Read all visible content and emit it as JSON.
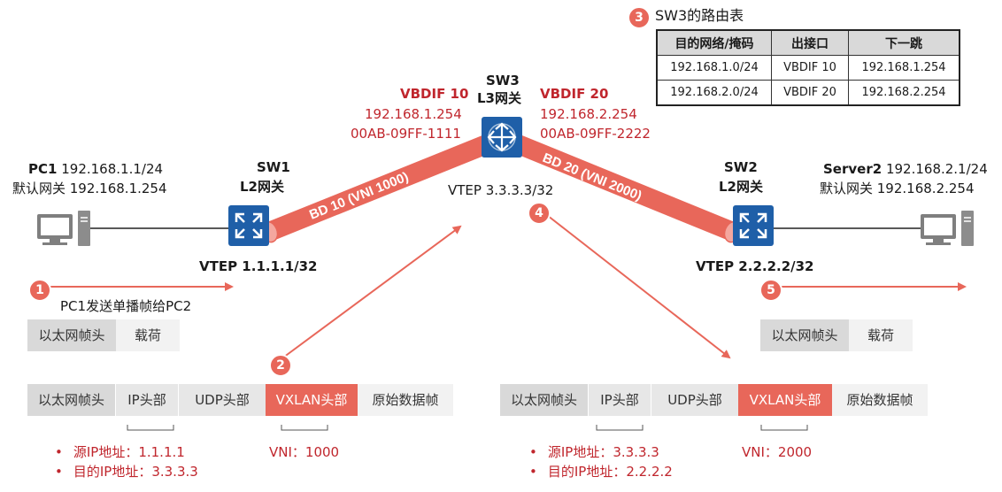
{
  "sw3": {
    "name": "SW3",
    "role": "L3网关",
    "vtep": "VTEP 3.3.3.3/32"
  },
  "sw1": {
    "name": "SW1",
    "role": "L2网关",
    "vtep": "VTEP 1.1.1.1/32"
  },
  "sw2": {
    "name": "SW2",
    "role": "L2网关",
    "vtep": "VTEP 2.2.2.2/32"
  },
  "vbdif10": {
    "title": "VBDIF 10",
    "ip": "192.168.1.254",
    "mac": "00AB-09FF-1111"
  },
  "vbdif20": {
    "title": "VBDIF 20",
    "ip": "192.168.2.254",
    "mac": "00AB-09FF-2222"
  },
  "pc1": {
    "name": "PC1",
    "ip": "192.168.1.1/24",
    "gateway": "默认网关 192.168.1.254"
  },
  "server2": {
    "name": "Server2",
    "ip": "192.168.2.1/24",
    "gateway": "默认网关 192.168.2.254"
  },
  "tunnels": {
    "left": "BD 10  (VNI 1000)",
    "right": "BD 20  (VNI 2000)"
  },
  "steps": [
    "1",
    "2",
    "3",
    "4",
    "5"
  ],
  "step1_text": "PC1发送单播帧给PC2",
  "route_table": {
    "title": "SW3的路由表",
    "headers": [
      "目的网络/掩码",
      "出接口",
      "下一跳"
    ],
    "rows": [
      [
        "192.168.1.0/24",
        "VBDIF 10",
        "192.168.1.254"
      ],
      [
        "192.168.2.0/24",
        "VBDIF 20",
        "192.168.2.254"
      ]
    ]
  },
  "frame_simple": {
    "header": "以太网帧头",
    "payload": "载荷"
  },
  "frame_vxlan": {
    "eth": "以太网帧头",
    "ip": "IP头部",
    "udp": "UDP头部",
    "vxlan": "VXLAN头部",
    "orig": "原始数据帧"
  },
  "left_packet": {
    "src": "源IP地址：1.1.1.1",
    "dst": "目的IP地址：3.3.3.3",
    "vni": "VNI：1000"
  },
  "right_packet": {
    "src": "源IP地址：3.3.3.3",
    "dst": "目的IP地址：2.2.2.2",
    "vni": "VNI：2000"
  },
  "colors": {
    "accent": "#e8675a",
    "switch": "#1f5fa8",
    "label_red": "#c0262d"
  }
}
